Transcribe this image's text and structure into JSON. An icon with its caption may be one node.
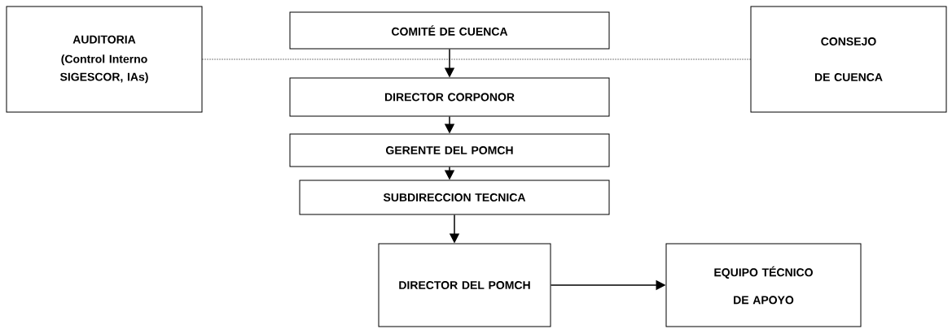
{
  "diagram": {
    "nodes": [
      {
        "text": [
          "AUDITORIA",
          "(Control Interno SIGESCOR, IAs)"
        ]
      },
      {
        "text": [
          "COMITÉ DE CUENCA"
        ]
      },
      {
        "text": [
          "CONSEJO DE CUENCA"
        ]
      },
      {
        "text": [
          "DIRECTOR CORPONOR"
        ]
      },
      {
        "text": [
          "GERENTE DEL POMCH"
        ]
      },
      {
        "text": [
          "SUBDIRECCION TECNICA"
        ]
      },
      {
        "text": [
          "DIRECTOR DEL POMCH"
        ]
      },
      {
        "text": [
          "EQUIPO TÉCNICO DE APOYO"
        ]
      }
    ],
    "edges": [
      {
        "from": 0,
        "to": 2,
        "arrow": "none",
        "style": "dashed"
      },
      {
        "from": 1,
        "to": 3,
        "arrow": "to"
      },
      {
        "from": 3,
        "to": 4,
        "arrow": "to"
      },
      {
        "from": 4,
        "to": 5,
        "arrow": "to"
      },
      {
        "from": 5,
        "to": 6,
        "arrow": "to"
      },
      {
        "from": 6,
        "to": 7,
        "arrow": "to"
      }
    ]
  }
}
